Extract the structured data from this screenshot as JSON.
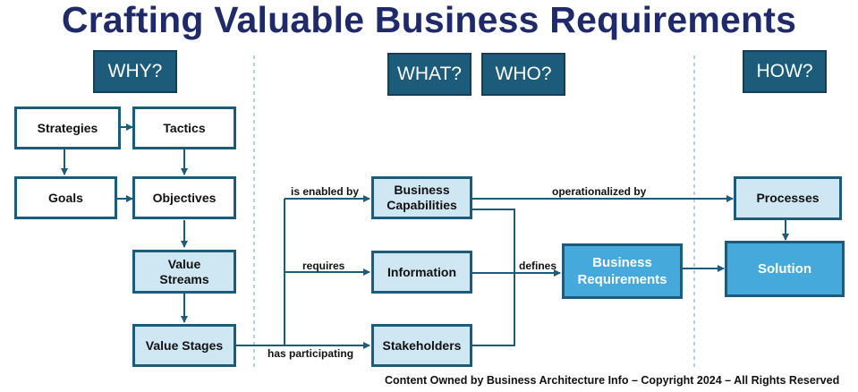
{
  "title": "Crafting Valuable Business Requirements",
  "headers": {
    "why": "WHY?",
    "what": "WHAT?",
    "who": "WHO?",
    "how": "HOW?"
  },
  "boxes": {
    "strategies": "Strategies",
    "tactics": "Tactics",
    "goals": "Goals",
    "objectives": "Objectives",
    "value_streams": "Value\nStreams",
    "value_stages": "Value Stages",
    "business_capabilities": "Business\nCapabilities",
    "information": "Information",
    "stakeholders": "Stakeholders",
    "business_requirements": "Business\nRequirements",
    "processes": "Processes",
    "solution": "Solution"
  },
  "edge_labels": {
    "is_enabled_by": "is enabled by",
    "requires": "requires",
    "has_participating": "has participating",
    "defines": "defines",
    "operationalized_by": "operationalized by"
  },
  "footer": "Content Owned by Business Architecture Info – Copyright 2024  – All Rights Reserved",
  "colors": {
    "title": "#1f2a6b",
    "header_bg": "#1d5b7a",
    "box_border": "#1d5b7a",
    "light_fill": "#cfe6f3",
    "strong_fill": "#45a9dc",
    "divider": "#8cc8e4"
  }
}
